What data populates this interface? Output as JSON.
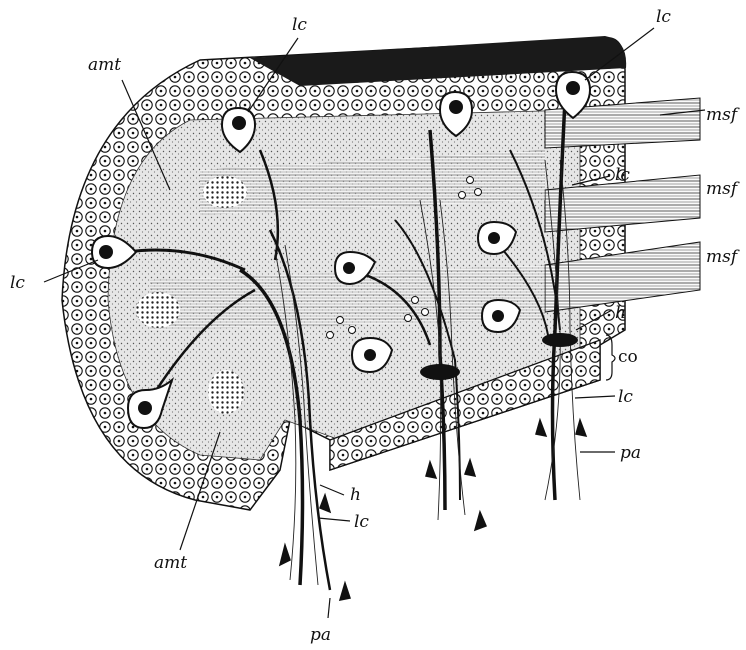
{
  "labels": {
    "lc": "lc",
    "amt": "amt",
    "msf": "msf",
    "h": "h",
    "co": "co",
    "pa": "pa"
  },
  "colors": {
    "ink": "#111111",
    "paper": "#ffffff",
    "stipple": "#d9d9d9",
    "cap": "#1a1a1a"
  }
}
